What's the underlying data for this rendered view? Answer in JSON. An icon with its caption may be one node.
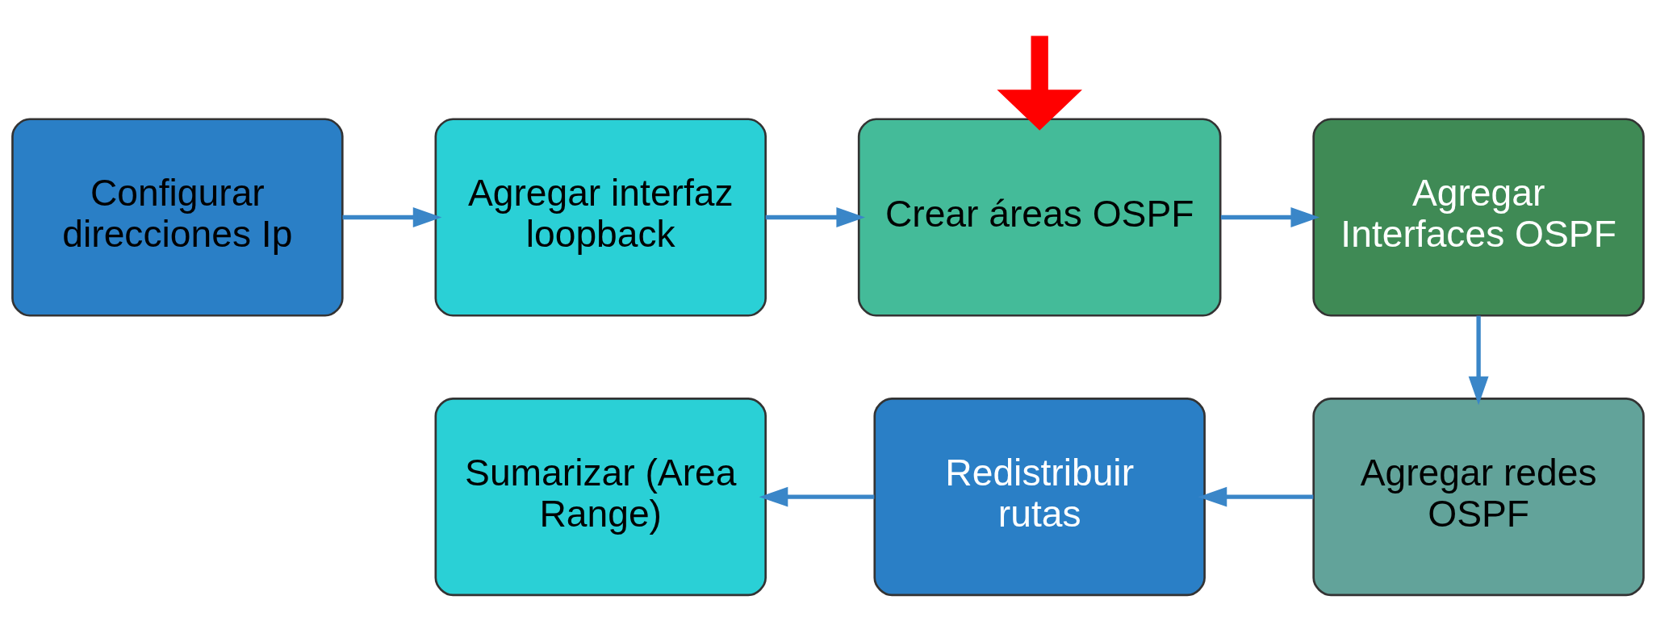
{
  "diagram": {
    "nodes": [
      {
        "text": [
          "Configurar direcciones Ip"
        ]
      },
      {
        "text": [
          "Agregar interfaz loopback"
        ]
      },
      {
        "text": [
          "Crear áreas OSPF"
        ]
      },
      {
        "text": [
          "Agregar Interfaces OSPF"
        ]
      },
      {
        "text": [
          "Agregar redes OSPF"
        ]
      },
      {
        "text": [
          "Redistribuir rutas"
        ]
      },
      {
        "text": [
          "Sumarizar (Area Range)"
        ]
      }
    ],
    "edges": [
      {
        "from": 0,
        "to": 1,
        "arrow": "to"
      },
      {
        "from": 1,
        "to": 2,
        "arrow": "to"
      },
      {
        "from": 2,
        "to": 3,
        "arrow": "to"
      },
      {
        "from": 3,
        "to": 4,
        "arrow": "to"
      },
      {
        "from": 4,
        "to": 5,
        "arrow": "to"
      },
      {
        "from": 5,
        "to": 6,
        "arrow": "to"
      },
      {
        "from": null,
        "to": 2,
        "arrow": "to",
        "style": "thick",
        "color": "#ff0000"
      }
    ]
  }
}
